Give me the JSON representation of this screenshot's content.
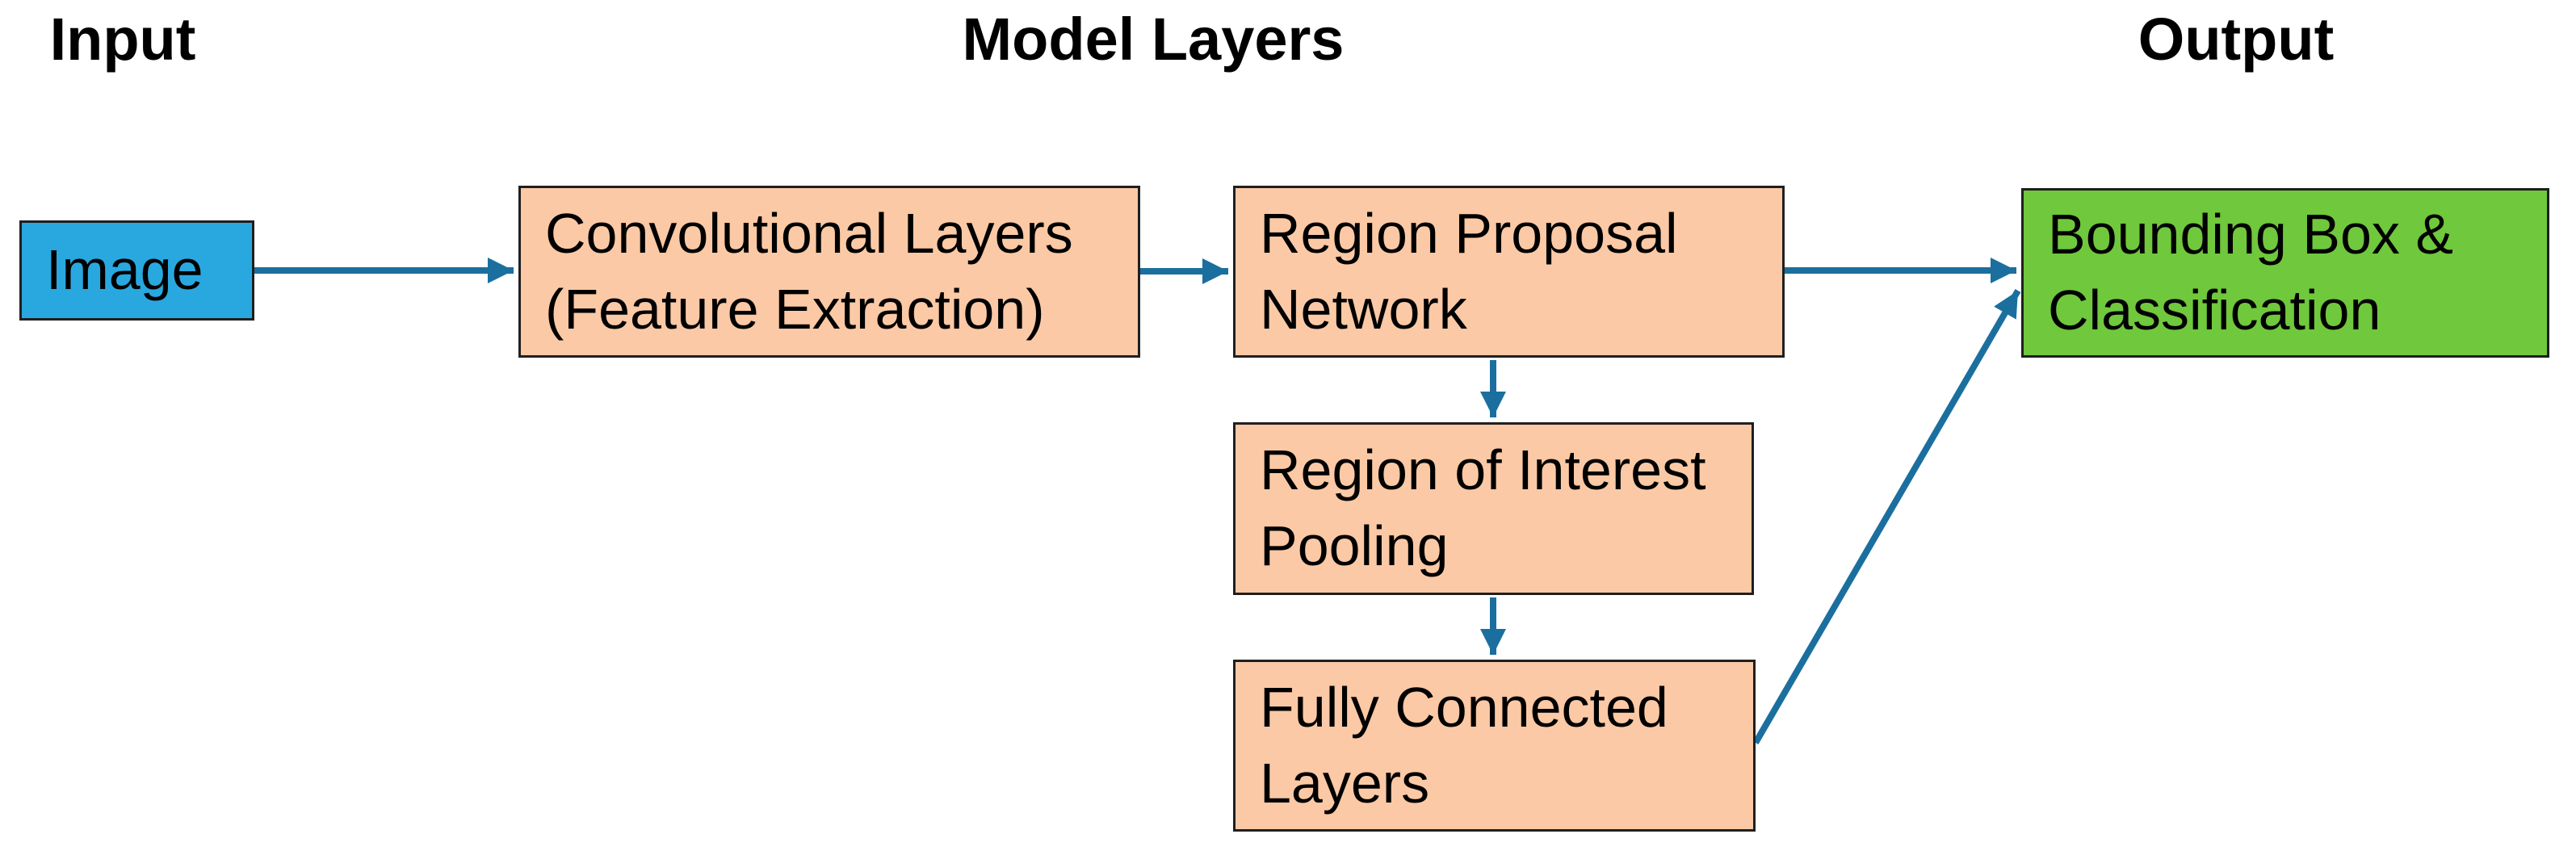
{
  "diagram_type": "flowchart",
  "headings": {
    "input": "Input",
    "model_layers": "Model Layers",
    "output": "Output"
  },
  "boxes": {
    "image": {
      "lines": [
        "Image"
      ],
      "fill": "#29A8E0",
      "role": "input"
    },
    "conv": {
      "lines": [
        "Convolutional Layers",
        "(Feature Extraction)"
      ],
      "fill": "#FBC9A5",
      "role": "model-layer"
    },
    "rpn": {
      "lines": [
        "Region Proposal",
        "Network"
      ],
      "fill": "#FBC9A5",
      "role": "model-layer"
    },
    "roi": {
      "lines": [
        "Region of Interest",
        "Pooling"
      ],
      "fill": "#FBC9A5",
      "role": "model-layer"
    },
    "fc": {
      "lines": [
        "Fully Connected",
        "Layers"
      ],
      "fill": "#FBC9A5",
      "role": "model-layer"
    },
    "output": {
      "lines": [
        "Bounding Box &",
        "Classification"
      ],
      "fill": "#70C83C",
      "role": "output"
    }
  },
  "edges": [
    {
      "from": "Image",
      "to": "Convolutional Layers (Feature Extraction)"
    },
    {
      "from": "Convolutional Layers (Feature Extraction)",
      "to": "Region Proposal Network"
    },
    {
      "from": "Region Proposal Network",
      "to": "Bounding Box & Classification"
    },
    {
      "from": "Region Proposal Network",
      "to": "Region of Interest Pooling"
    },
    {
      "from": "Region of Interest Pooling",
      "to": "Fully Connected Layers"
    },
    {
      "from": "Fully Connected Layers",
      "to": "Bounding Box & Classification"
    }
  ],
  "colors": {
    "arrow": "#1B6F9E",
    "border": "#1F1F1F",
    "text": "#000000",
    "background": "#FFFFFF",
    "input_box": "#29A8E0",
    "layer_box": "#FBC9A5",
    "output_box": "#70C83C"
  }
}
